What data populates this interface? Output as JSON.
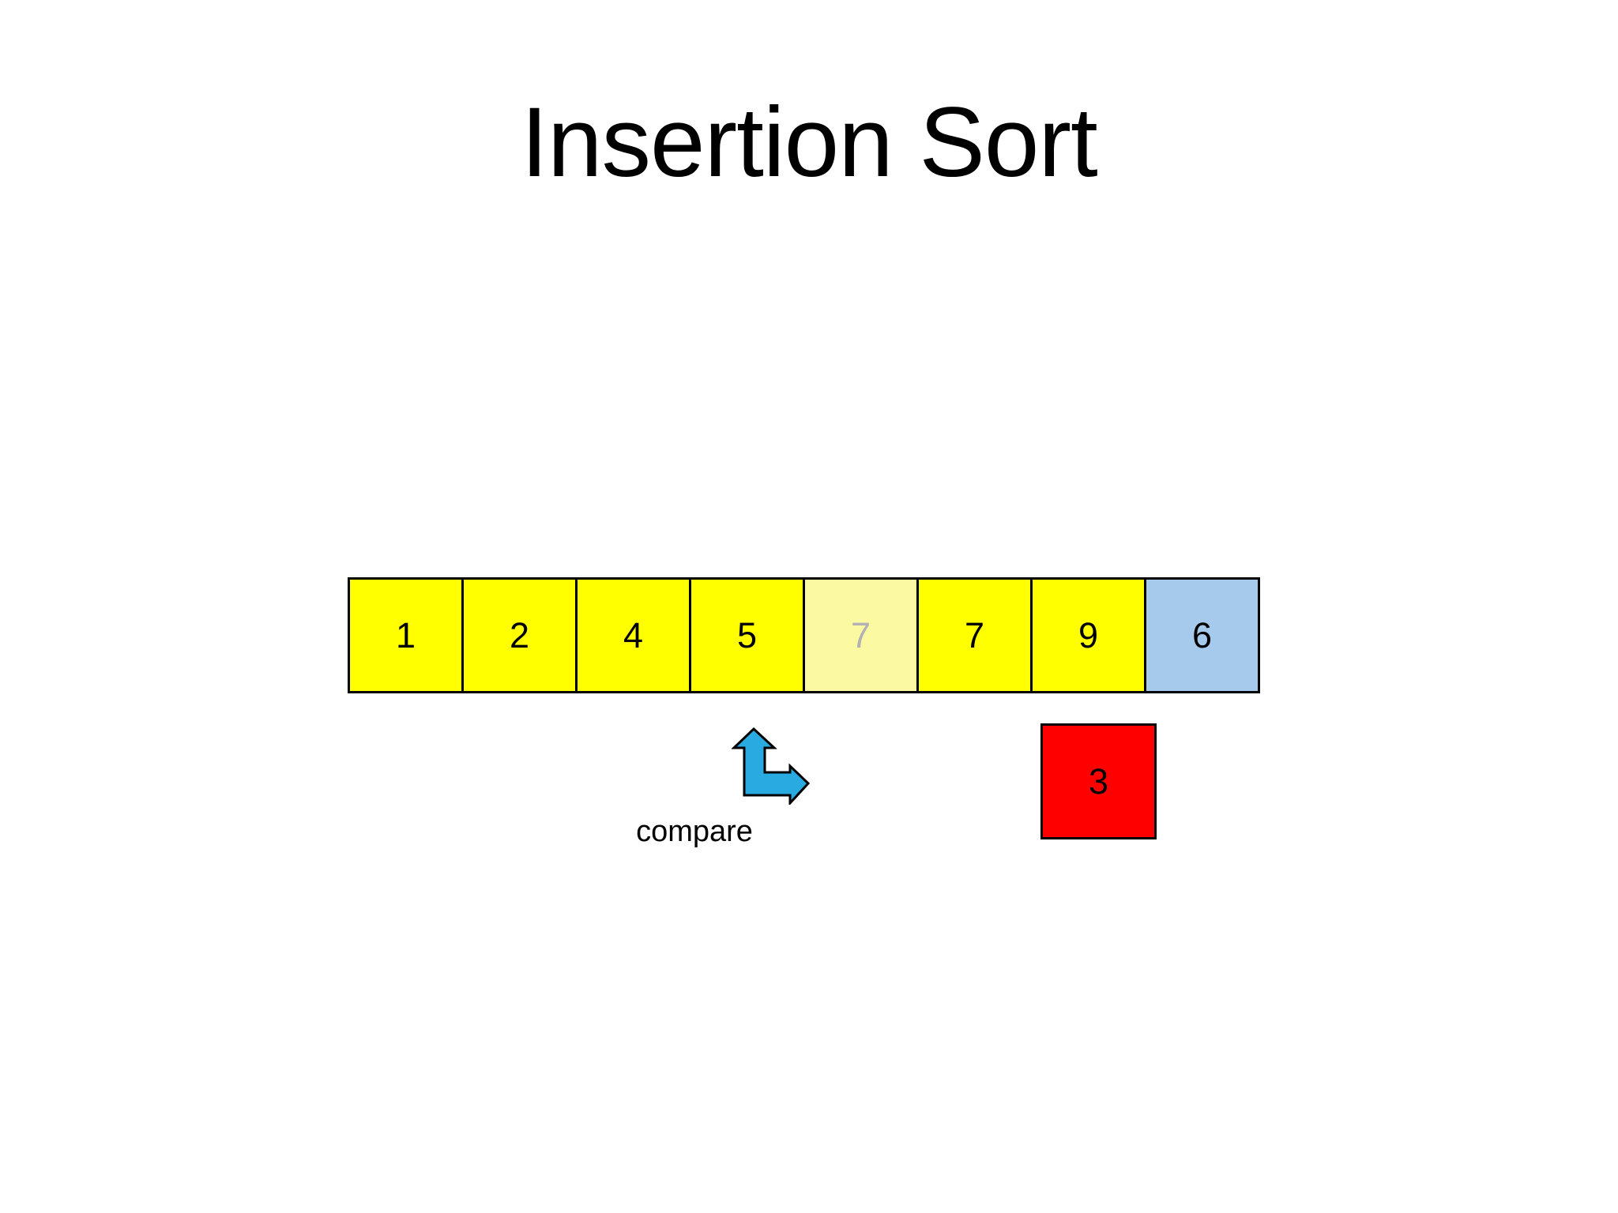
{
  "title": "Insertion Sort",
  "array": {
    "cells": [
      {
        "value": "1",
        "state": "sorted"
      },
      {
        "value": "2",
        "state": "sorted"
      },
      {
        "value": "4",
        "state": "sorted"
      },
      {
        "value": "5",
        "state": "sorted"
      },
      {
        "value": "7",
        "state": "shadow-faded"
      },
      {
        "value": "7",
        "state": "sorted"
      },
      {
        "value": "9",
        "state": "sorted"
      },
      {
        "value": "6",
        "state": "next-unsorted"
      }
    ]
  },
  "annotations": {
    "compare_label": "compare",
    "key_value": "3",
    "arrow_icon": "bent-up-right-arrow-icon"
  },
  "colors": {
    "sorted_cell_bg": "#ffff00",
    "shadow_cell_bg": "#fbf9a2",
    "shadow_cell_text": "#b3b1b3",
    "next_cell_bg": "#a6caec",
    "key_cell_bg": "#ff0000",
    "arrow_fill": "#29abe2",
    "border": "#000000",
    "text": "#000000"
  }
}
